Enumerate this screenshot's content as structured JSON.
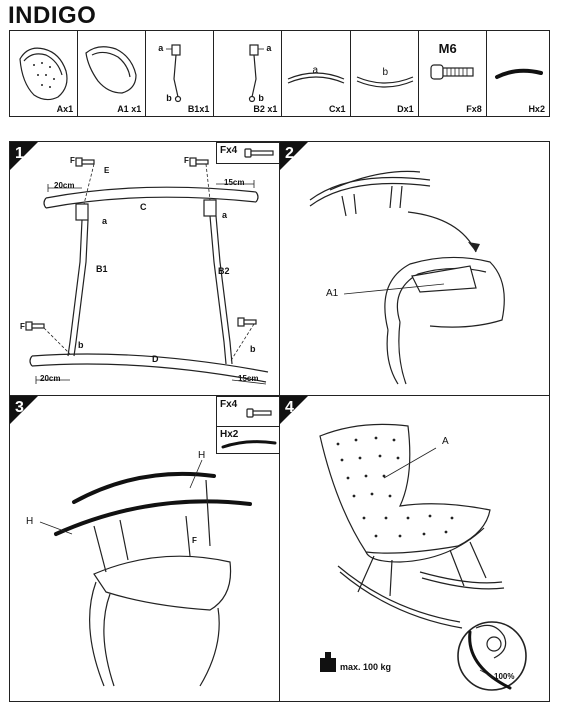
{
  "title": "INDIGO",
  "parts": [
    {
      "label": "Ax1",
      "icon": "seat-shell-a-icon"
    },
    {
      "label": "A1 x1",
      "icon": "seat-cushion-a1-icon"
    },
    {
      "label": "B1x1",
      "icon": "leg-b1-icon",
      "marks": [
        "a",
        "b"
      ]
    },
    {
      "label": "B2 x1",
      "icon": "leg-b2-icon",
      "marks": [
        "a",
        "b"
      ]
    },
    {
      "label": "Cx1",
      "icon": "rocker-c-icon",
      "mark": "a"
    },
    {
      "label": "Dx1",
      "icon": "rocker-d-icon",
      "mark": "b"
    },
    {
      "label": "Fx8",
      "icon": "screw-f-icon",
      "size": "M6"
    },
    {
      "label": "Hx2",
      "icon": "armrest-h-icon"
    }
  ],
  "steps": [
    {
      "number": "1",
      "hardware": "Fx4",
      "labels": {
        "c": "C",
        "d": "D",
        "b1": "B1",
        "b2": "B2",
        "a": "a",
        "b": "b",
        "e": "E",
        "f": "F"
      },
      "dims": [
        "20cm",
        "15cm",
        "20cm",
        "15cm"
      ]
    },
    {
      "number": "2",
      "labels": {
        "a1": "A1"
      }
    },
    {
      "number": "3",
      "hardware": "Fx4",
      "hardware2": "Hx2",
      "labels": {
        "h": "H",
        "f": "F"
      }
    },
    {
      "number": "4",
      "labels": {
        "a": "A"
      },
      "max_load": "max. 100 kg",
      "percent": "100%"
    }
  ]
}
